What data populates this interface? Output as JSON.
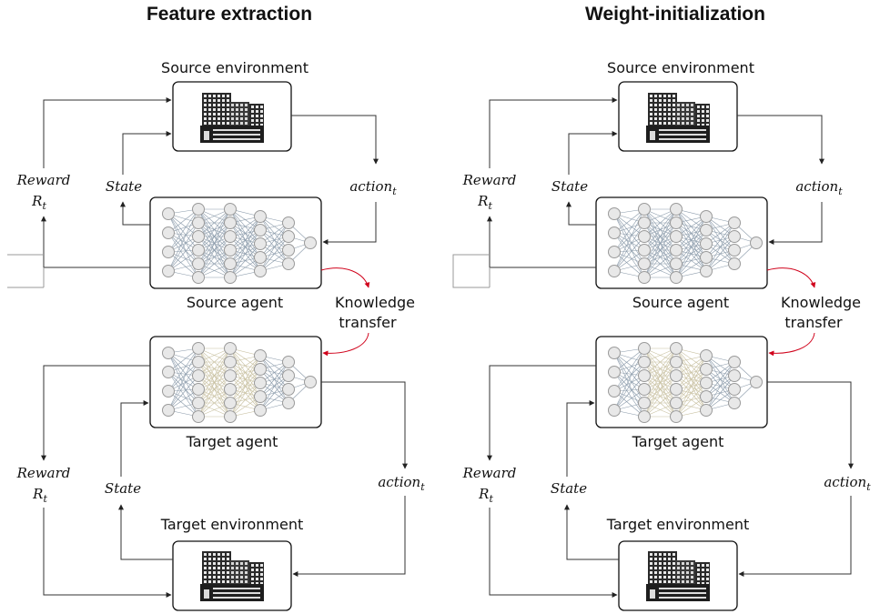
{
  "panels": [
    {
      "title": "Feature extraction",
      "source_env": "Source environment",
      "source_agent": "Source agent",
      "target_agent": "Target agent",
      "target_env": "Target environment",
      "knowledge_transfer": [
        "Knowledge",
        "transfer"
      ],
      "reward": "Reward",
      "reward_symbol": "R",
      "reward_sub": "t",
      "state": "State",
      "action": "action",
      "action_sub": "t",
      "frozen_color": "#c8c0a0"
    },
    {
      "title": "Weight-initialization",
      "source_env": "Source environment",
      "source_agent": "Source agent",
      "target_agent": "Target agent",
      "target_env": "Target environment",
      "knowledge_transfer": [
        "Knowledge",
        "transfer"
      ],
      "reward": "Reward",
      "reward_symbol": "R",
      "reward_sub": "t",
      "state": "State",
      "action": "action",
      "action_sub": "t",
      "frozen_color": "#c8c0a0"
    }
  ],
  "colors": {
    "wire": "#333333",
    "transfer_arrow": "#d0021b",
    "source_edges": "#8a9aaa",
    "node_fill": "#e8e8e8"
  },
  "icons": {
    "environment": "building-icon",
    "agent": "neural-network-icon"
  }
}
